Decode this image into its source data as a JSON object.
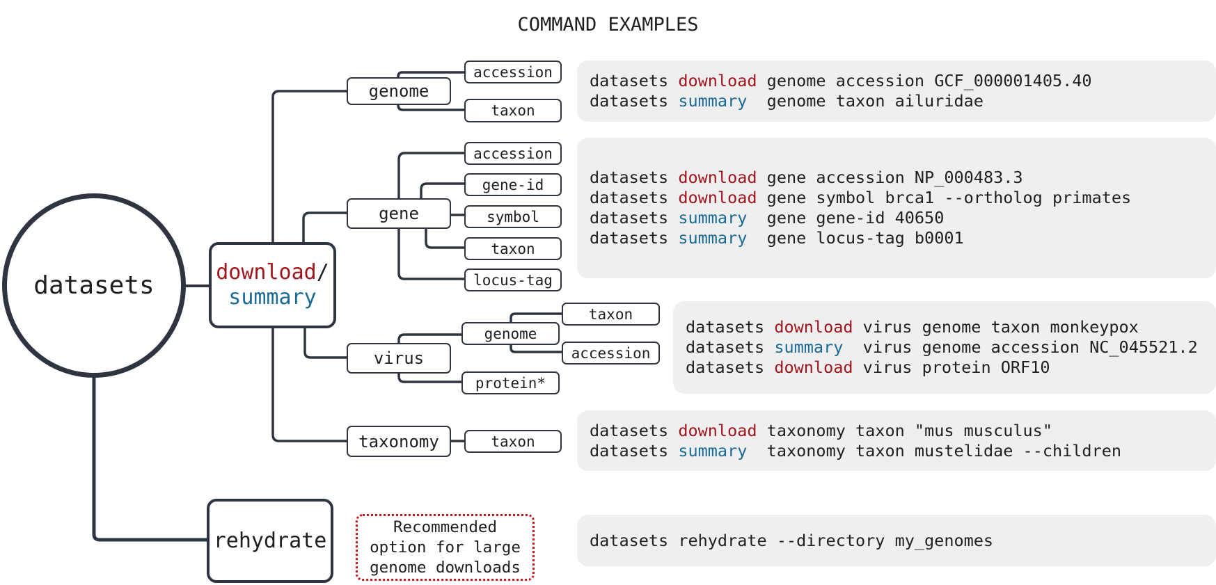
{
  "title": "COMMAND EXAMPLES",
  "colors": {
    "download": "#a0161c",
    "summary": "#1a6a95",
    "stroke": "#2e3540",
    "panel": "#efefef",
    "note_border": "#c8161c"
  },
  "root": "datasets",
  "hub": {
    "download": "download",
    "slash": "/",
    "summary": "summary"
  },
  "rehydrate": "rehydrate",
  "note": "Recommended\noption for large\ngenome downloads",
  "nodes": {
    "genome": "genome",
    "gene": "gene",
    "virus": "virus",
    "taxonomy": "taxonomy",
    "genome_accession": "accession",
    "genome_taxon": "taxon",
    "gene_accession": "accession",
    "gene_geneid": "gene-id",
    "gene_symbol": "symbol",
    "gene_taxon": "taxon",
    "gene_locustag": "locus-tag",
    "virus_genome": "genome",
    "virus_protein": "protein*",
    "virus_genome_taxon": "taxon",
    "virus_genome_accession": "accession",
    "taxonomy_taxon": "taxon"
  },
  "panels": {
    "genome": [
      {
        "prefix": "datasets ",
        "verb": "download",
        "kind": "dl",
        "rest": " genome accession GCF_000001405.40"
      },
      {
        "prefix": "datasets ",
        "verb": "summary",
        "kind": "sm",
        "rest": "  genome taxon ailuridae"
      }
    ],
    "gene": [
      {
        "prefix": "datasets ",
        "verb": "download",
        "kind": "dl",
        "rest": " gene accession NP_000483.3"
      },
      {
        "prefix": "datasets ",
        "verb": "download",
        "kind": "dl",
        "rest": " gene symbol brca1 --ortholog primates"
      },
      {
        "prefix": "datasets ",
        "verb": "summary",
        "kind": "sm",
        "rest": "  gene gene-id 40650"
      },
      {
        "prefix": "datasets ",
        "verb": "summary",
        "kind": "sm",
        "rest": "  gene locus-tag b0001"
      }
    ],
    "virus": [
      {
        "prefix": "datasets ",
        "verb": "download",
        "kind": "dl",
        "rest": " virus genome taxon monkeypox"
      },
      {
        "prefix": "datasets ",
        "verb": "summary",
        "kind": "sm",
        "rest": "  virus genome accession NC_045521.2"
      },
      {
        "prefix": "datasets ",
        "verb": "download",
        "kind": "dl",
        "rest": " virus protein ORF10"
      }
    ],
    "taxonomy": [
      {
        "prefix": "datasets ",
        "verb": "download",
        "kind": "dl",
        "rest": " taxonomy taxon \"mus musculus\""
      },
      {
        "prefix": "datasets ",
        "verb": "summary",
        "kind": "sm",
        "rest": "  taxonomy taxon mustelidae --children"
      }
    ],
    "rehydrate": [
      {
        "prefix": "datasets rehydrate --directory my_genomes",
        "verb": "",
        "kind": "",
        "rest": ""
      }
    ]
  }
}
